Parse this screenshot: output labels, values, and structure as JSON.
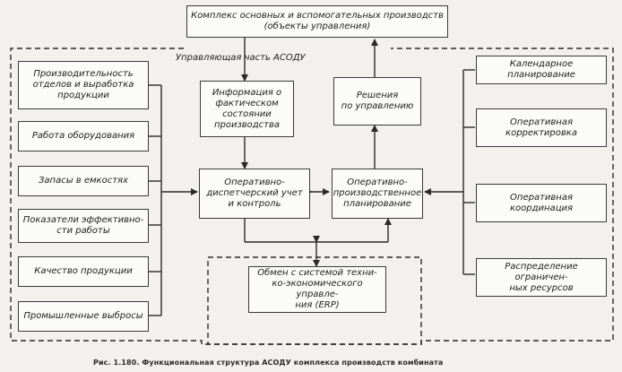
{
  "diagram": {
    "outer_label": "Управляющая часть АСОДУ",
    "caption": "Рис. 1.180. Функциональная структура АСОДУ комплекса производств комбината",
    "boxes": {
      "complex": "Комплекс основных и вспомогательных производств\n(объекты управления)",
      "productivity": "Производительность\nотделов и выработка\nпродукции",
      "equipment": "Работа оборудования",
      "stocks": "Запасы в емкостях",
      "efficiency": "Показатели эффективно-\nсти работы",
      "quality": "Качество продукции",
      "emissions": "Промышленные выбросы",
      "info": "Информация о\nфактическом\nсостоянии\nпроизводства",
      "decisions": "Решения\nпо управлению",
      "dispatch": "Оперативно-\nдиспетчерский учет\nи контроль",
      "planning": "Оперативно-\nпроизводственное\nпланирование",
      "erp": "Обмен с системой техни-\nко-экономического управле-\nния (ERP)",
      "calendar": "Календарное планирование",
      "correction": "Оперативная\nкорректировка",
      "coordination": "Оперативная\nкоординация",
      "resources": "Распределение ограничен-\nных ресурсов"
    }
  }
}
